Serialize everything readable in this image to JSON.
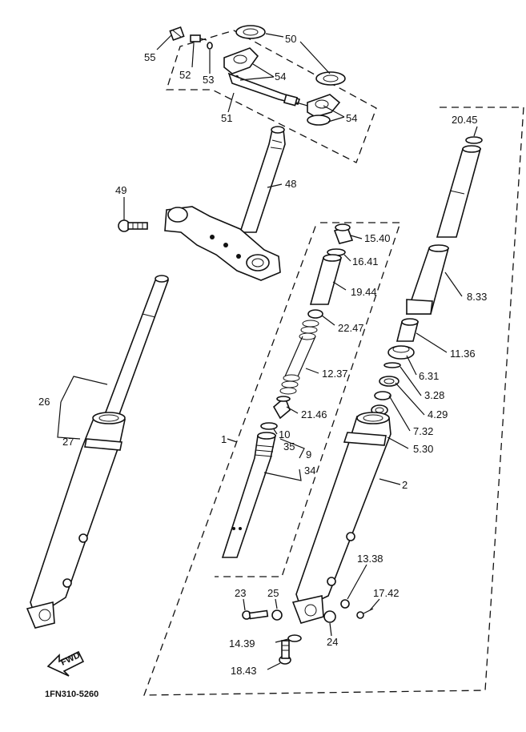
{
  "diagram": {
    "code": "1FN310-5260",
    "fwd_label": "FWD",
    "labels": {
      "p55": "55",
      "p52": "52",
      "p53": "53",
      "p50": "50",
      "p54a": "54",
      "p54b": "54",
      "p51": "51",
      "p48": "48",
      "p49": "49",
      "p26": "26",
      "p27": "27",
      "p20": "20.45",
      "p15": "15.40",
      "p16": "16.41",
      "p19": "19.44",
      "p8": "8.33",
      "p22": "22.47",
      "p11": "11.36",
      "p12": "12.37",
      "p6": "6.31",
      "p3": "3.28",
      "p4": "4.29",
      "p21": "21.46",
      "p7": "7.32",
      "p1": "1",
      "p10": "10",
      "p9": "9",
      "p35": "35",
      "p5": "5.30",
      "p34": "34",
      "p2": "2",
      "p13": "13.38",
      "p23": "23",
      "p25": "25",
      "p17": "17.42",
      "p14": "14.39",
      "p24": "24",
      "p18": "18.43"
    }
  }
}
